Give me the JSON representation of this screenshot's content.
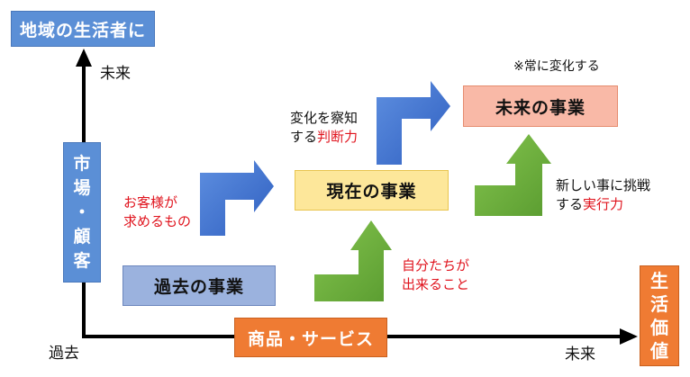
{
  "top_left_box": "地域の生活者に",
  "y_axis": {
    "top_label": "未来",
    "bottom_label": "過去",
    "box_label": "市場・顧客",
    "box_chars": [
      "市",
      "場",
      "・",
      "顧",
      "客"
    ]
  },
  "x_axis": {
    "box_label": "商品・サービス",
    "right_label": "未来",
    "right_box_chars": [
      "生",
      "活",
      "価",
      "値"
    ]
  },
  "stages": {
    "past": "過去の事業",
    "current": "現在の事業",
    "future": "未来の事業"
  },
  "notes": {
    "always_changing": "※常に変化する",
    "customer_needs": [
      "お客様が",
      "求めるもの"
    ],
    "our_capability": [
      "自分たちが",
      "出来ること"
    ],
    "sense_change_line1": "変化を察知",
    "sense_change_line2_prefix": "する",
    "sense_change_line2_highlight": "判断力",
    "challenge_line1": "新しい事に挑戦",
    "challenge_line2_prefix": "する",
    "challenge_line2_highlight": "実行力"
  },
  "colors": {
    "blue_box": "#5b8fd6",
    "lavender_box": "#9bb2de",
    "yellow_box": "#fde79a",
    "salmon_box": "#f9b9a7",
    "orange_box": "#ef7b33",
    "blue_arrow": "#3a6fcf",
    "green_arrow": "#6aae3c",
    "highlight_red": "#e0141e"
  }
}
